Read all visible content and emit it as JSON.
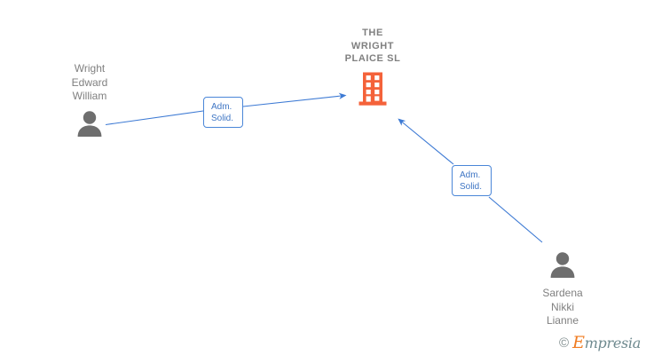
{
  "graph": {
    "type": "entity-relationship-diagram",
    "background": "#ffffff",
    "company": {
      "name": "THE\nWRIGHT\nPLAICE  SL",
      "icon": "building-icon",
      "color": "#f4623a",
      "text_color": "#808080"
    },
    "persons": [
      {
        "id": "person-left",
        "name": "Wright\nEdward\nWilliam",
        "icon": "person-icon",
        "color": "#6e6e6e"
      },
      {
        "id": "person-right",
        "name": "Sardena\nNikki\nLianne",
        "icon": "person-icon",
        "color": "#6e6e6e"
      }
    ],
    "relations": [
      {
        "id": "relation-1",
        "from": "person-left",
        "to": "company",
        "label": "Adm.\nSolid.",
        "label_line1": "Adm.",
        "label_line2": "Solid.",
        "color": "#4a86d8"
      },
      {
        "id": "relation-2",
        "from": "person-right",
        "to": "company",
        "label": "Adm.\nSolid.",
        "label_line1": "Adm.",
        "label_line2": "Solid.",
        "color": "#4a86d8"
      }
    ]
  },
  "watermark": {
    "copyright": "©",
    "brand_initial": "E",
    "brand_rest": "mpresia",
    "initial_color": "#f07c22",
    "rest_color": "#6f8a8f"
  }
}
